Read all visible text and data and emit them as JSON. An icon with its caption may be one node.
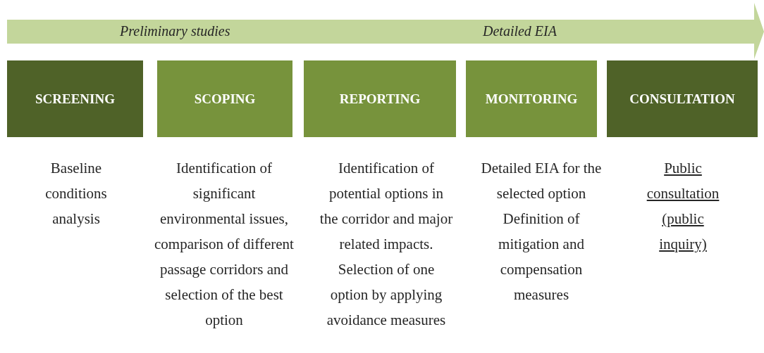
{
  "diagram": {
    "nodes": [
      {
        "text": [
          "Preliminary studies",
          "Detailed EIA"
        ]
      },
      {
        "text": [
          "SCREENING"
        ],
        "beside": [
          "Baseline conditions analysis"
        ]
      },
      {
        "text": [
          "SCOPING"
        ],
        "beside": [
          "Identification of significant environmental issues, comparison of different passage corridors and selection of the best option"
        ]
      },
      {
        "text": [
          "REPORTING"
        ],
        "beside": [
          "Identification of potential options in the corridor and major related impacts. Selection of one option by applying avoidance measures"
        ]
      },
      {
        "text": [
          "MONITORING"
        ],
        "beside": [
          "Detailed EIA for the selected option Definition of mitigation and compensation measures"
        ]
      },
      {
        "text": [
          "CONSULTATION"
        ],
        "beside": [
          "Public consultation (public inquiry)"
        ]
      }
    ],
    "edges": []
  }
}
